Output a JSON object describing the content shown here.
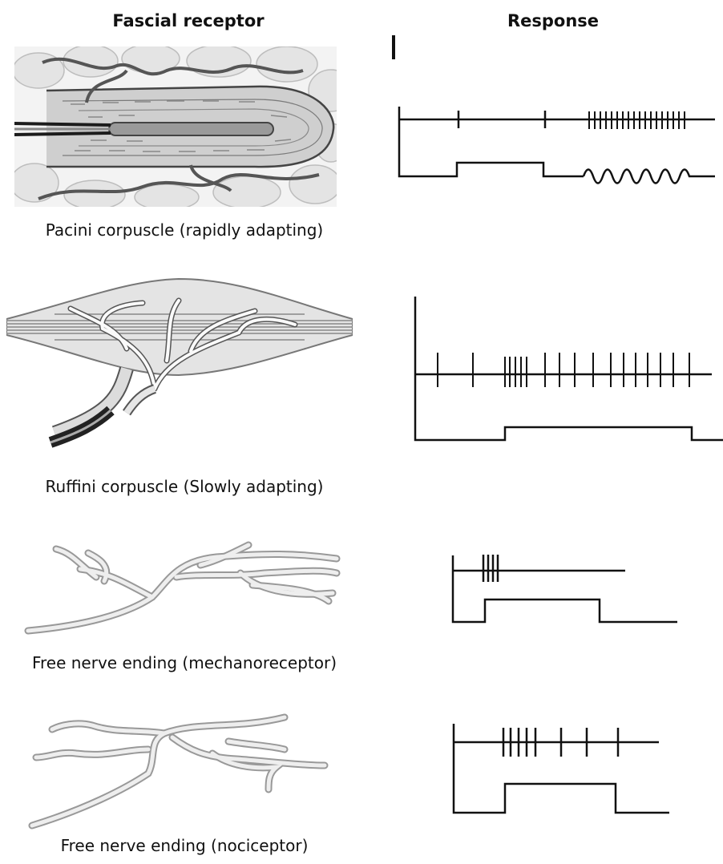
{
  "headers": {
    "receptor": "Fascial receptor",
    "response": "Response"
  },
  "rows": [
    {
      "id": "pacini",
      "caption": "Pacini corpuscle (rapidly adapting)"
    },
    {
      "id": "ruffini",
      "caption": "Ruffini corpuscle (Slowly  adapting)"
    },
    {
      "id": "mechano",
      "caption": "Free nerve  ending  (mechanoreceptor)"
    },
    {
      "id": "noci",
      "caption": "Free nerve ending  (nociceptor)"
    }
  ],
  "colors": {
    "ink": "#111111",
    "fat_fill": "#e6e6e6",
    "capsule_fill": "#d2d2d2",
    "nerve_fill": "#ececec",
    "axon_dark": "#2a2a2a"
  }
}
